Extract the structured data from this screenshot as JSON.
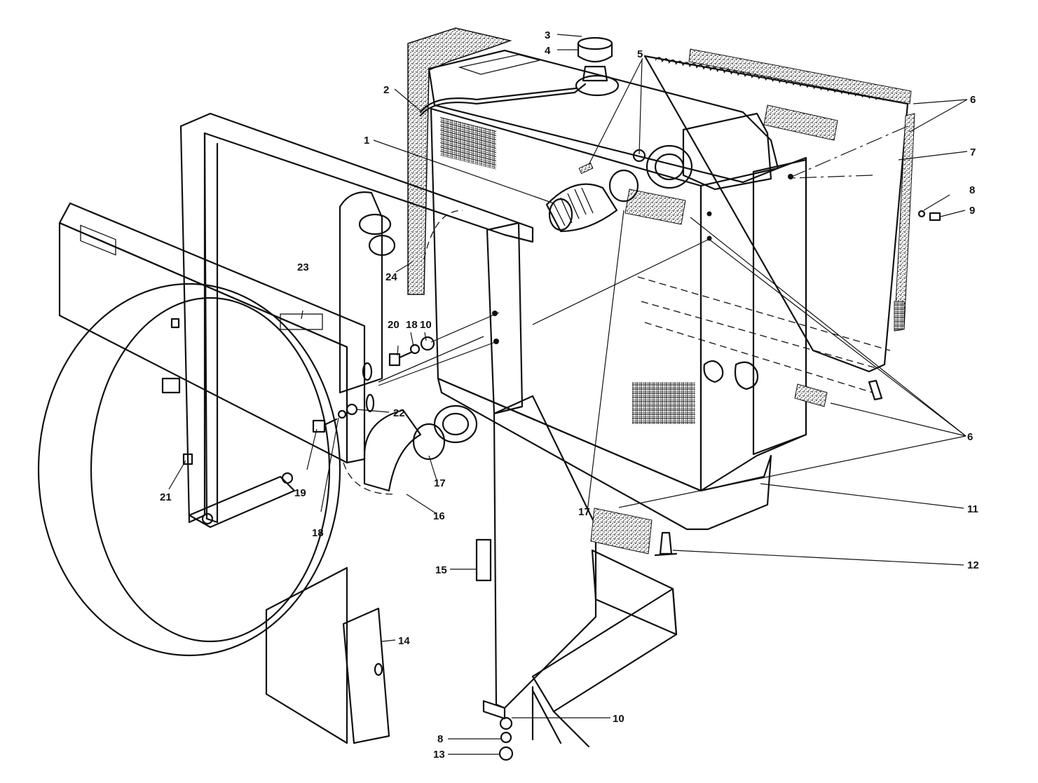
{
  "callouts": [
    {
      "id": "c1",
      "text": "1"
    },
    {
      "id": "c2",
      "text": "2"
    },
    {
      "id": "c3",
      "text": "3"
    },
    {
      "id": "c4",
      "text": "4"
    },
    {
      "id": "c5",
      "text": "5"
    },
    {
      "id": "c6a",
      "text": "6"
    },
    {
      "id": "c6b",
      "text": "6"
    },
    {
      "id": "c7",
      "text": "7"
    },
    {
      "id": "c8a",
      "text": "8"
    },
    {
      "id": "c9",
      "text": "9"
    },
    {
      "id": "c10a",
      "text": "10"
    },
    {
      "id": "c10b",
      "text": "10"
    },
    {
      "id": "c11",
      "text": "11"
    },
    {
      "id": "c12",
      "text": "12"
    },
    {
      "id": "c13",
      "text": "13"
    },
    {
      "id": "c14",
      "text": "14"
    },
    {
      "id": "c15",
      "text": "15"
    },
    {
      "id": "c16",
      "text": "16"
    },
    {
      "id": "c17a",
      "text": "17"
    },
    {
      "id": "c17b",
      "text": "17"
    },
    {
      "id": "c18a",
      "text": "18"
    },
    {
      "id": "c18b",
      "text": "18"
    },
    {
      "id": "c19",
      "text": "19"
    },
    {
      "id": "c20",
      "text": "20"
    },
    {
      "id": "c21",
      "text": "21"
    },
    {
      "id": "c22",
      "text": "22"
    },
    {
      "id": "c23",
      "text": "23"
    },
    {
      "id": "c24",
      "text": "24"
    },
    {
      "id": "c8b",
      "text": "8"
    }
  ],
  "colors": {
    "ink": "#111111",
    "paper": "#ffffff"
  }
}
